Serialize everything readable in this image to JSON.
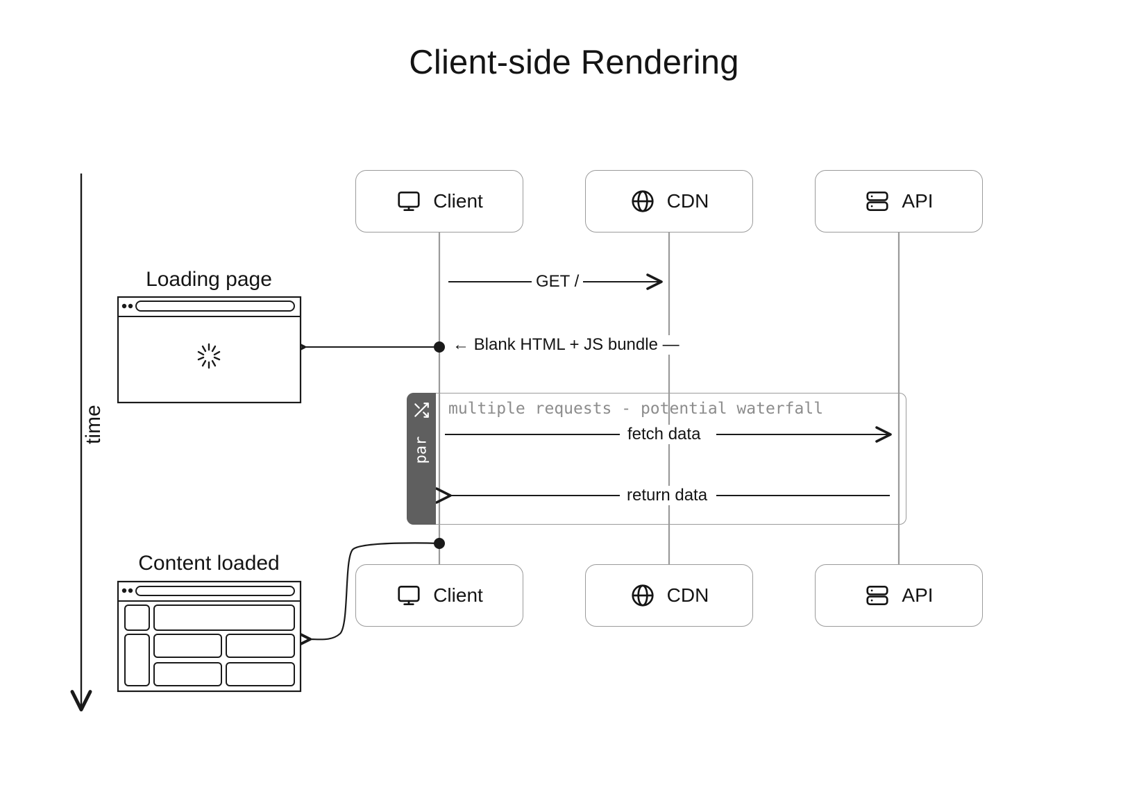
{
  "diagram": {
    "title": "Client-side Rendering",
    "type": "sequence-diagram",
    "time_axis_label": "time"
  },
  "participants_top": [
    {
      "name": "Client",
      "icon": "monitor-icon"
    },
    {
      "name": "CDN",
      "icon": "globe-icon"
    },
    {
      "name": "API",
      "icon": "server-icon"
    }
  ],
  "participants_bottom": [
    {
      "name": "Client",
      "icon": "monitor-icon"
    },
    {
      "name": "CDN",
      "icon": "globe-icon"
    },
    {
      "name": "API",
      "icon": "server-icon"
    }
  ],
  "messages": [
    {
      "label": "GET /",
      "from": "Client",
      "to": "CDN",
      "direction": "right"
    },
    {
      "label": "← Blank HTML + JS bundle —",
      "from": "CDN",
      "to": "Client",
      "direction": "left"
    },
    {
      "label": "fetch data",
      "from": "Client",
      "to": "API",
      "direction": "right"
    },
    {
      "label": "return data",
      "from": "API",
      "to": "Client",
      "direction": "left"
    }
  ],
  "fragment": {
    "kind": "par",
    "tab_label": "par",
    "tab_icon": "shuffle-icon",
    "caption": "multiple requests - potential waterfall"
  },
  "annotations": [
    {
      "title": "Loading page",
      "mockup": "browser-spinner"
    },
    {
      "title": "Content loaded",
      "mockup": "browser-wireframe"
    }
  ],
  "colors": {
    "stroke": "#1a1a1a",
    "box_border": "#9a9a9a",
    "lifeline": "#9a9a9a",
    "fragment_tab": "#5f5f5f",
    "caption_text": "#8c8c8c",
    "background": "#ffffff"
  }
}
